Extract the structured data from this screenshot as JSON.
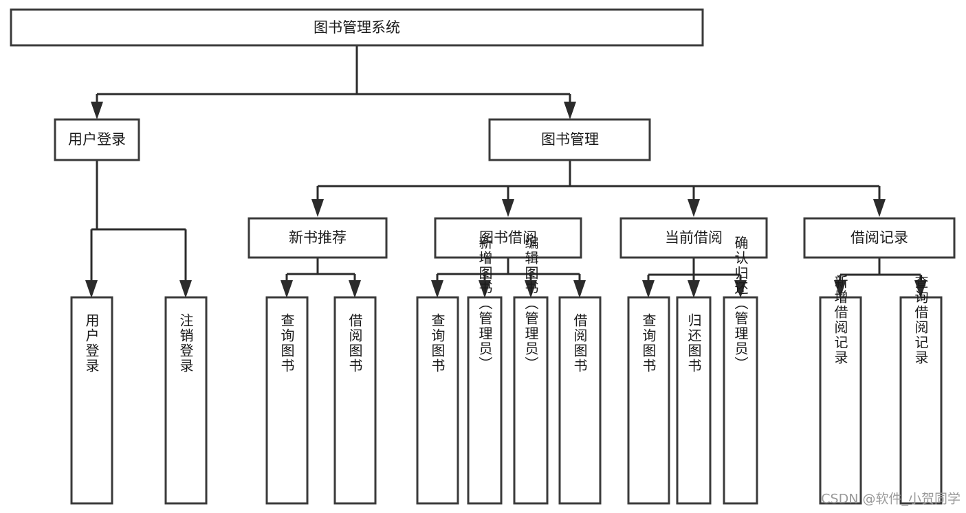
{
  "diagram": {
    "title": "图书管理系统",
    "type": "tree",
    "colors": {
      "background": "#ffffff",
      "box_stroke": "#3a3a3a",
      "box_fill": "#ffffff",
      "connector": "#2b2b2b",
      "label_text": "#1a1a1a",
      "watermark": "#9a9a9a"
    },
    "root": {
      "label": "图书管理系统"
    },
    "level2": [
      {
        "label": "用户登录"
      },
      {
        "label": "图书管理"
      }
    ],
    "level3": [
      {
        "label": "新书推荐"
      },
      {
        "label": "图书借阅"
      },
      {
        "label": "当前借阅"
      },
      {
        "label": "借阅记录"
      }
    ],
    "leaves": {
      "user_login": [
        {
          "label": "用户登录"
        },
        {
          "label": "注销登录"
        }
      ],
      "new_book_recommend": [
        {
          "label": "查询图书"
        },
        {
          "label": "借阅图书"
        }
      ],
      "book_borrow": [
        {
          "label": "查询图书"
        },
        {
          "label": "新增图书（管理员）"
        },
        {
          "label": "编辑图书（管理员）"
        },
        {
          "label": "借阅图书"
        }
      ],
      "current_borrow": [
        {
          "label": "查询图书"
        },
        {
          "label": "归还图书"
        },
        {
          "label": "确认归还（管理员）"
        }
      ],
      "borrow_record": [
        {
          "label": "新增借阅记录"
        },
        {
          "label": "查询借阅记录"
        }
      ]
    },
    "watermark": "CSDN @软件_小贺同学"
  }
}
